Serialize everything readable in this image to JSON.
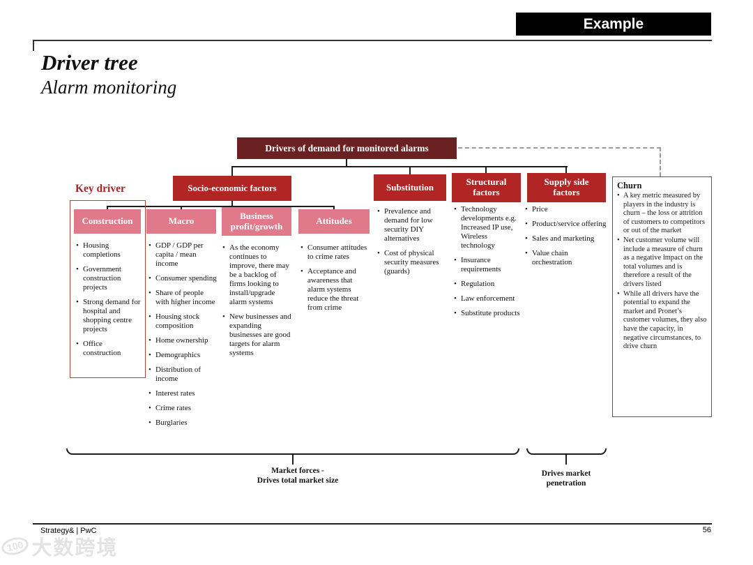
{
  "banner": {
    "label": "Example"
  },
  "title": {
    "line1": "Driver tree",
    "line2": "Alarm monitoring"
  },
  "tree": {
    "root_label": "Drivers of demand for monitored alarms",
    "key_driver_label": "Key driver",
    "branches": [
      {
        "label": "Socio-economic factors",
        "children": [
          {
            "label": "Construction",
            "key_driver": true,
            "bullets": [
              "Housing completions",
              "Government construction projects",
              "Strong demand for hospital and shopping centre projects",
              "Office construction"
            ]
          },
          {
            "label": "Macro",
            "bullets": [
              "GDP / GDP per capita / mean income",
              "Consumer spending",
              "Share of people with higher income",
              "Housing stock composition",
              "Home ownership",
              "Demographics",
              "Distribution of income",
              "Interest rates",
              "Crime rates",
              "Burglaries"
            ]
          },
          {
            "label": "Business profit/growth",
            "bullets": [
              "As the economy continues to improve, there may be a backlog of firms looking to install/upgrade alarm systems",
              "New businesses and expanding businesses are good targets for alarm systems"
            ]
          },
          {
            "label": "Attitudes",
            "bullets": [
              "Consumer attitudes to crime rates",
              "Acceptance and awareness that alarm systems reduce the threat from crime"
            ]
          }
        ]
      },
      {
        "label": "Substitution",
        "bullets": [
          "Prevalence and demand for low security DIY alternatives",
          "Cost of physical security measures (guards)"
        ]
      },
      {
        "label": "Structural factors",
        "bullets": [
          "Technology developments e.g. Increased IP use, Wireless technology",
          "Insurance requirements",
          "Regulation",
          "Law enforcement",
          "Substitute products"
        ]
      },
      {
        "label": "Supply side factors",
        "bullets": [
          "Price",
          "Product/service offering",
          "Sales and marketing",
          "Value chain orchestration"
        ]
      }
    ],
    "churn": {
      "title": "Churn",
      "bullets": [
        "A key metric measured by players in the industry is churn – the loss or attrition of customers to competitors or out of the market",
        "Net customer volume will include a measure of churn as a negative impact on the total volumes and is therefore a result of the drivers listed",
        "While all drivers have the potential to expand the market and Pronet’s customer volumes, they also have the capacity, in negative circumstances, to drive churn"
      ]
    }
  },
  "brackets": [
    {
      "line1": "Market forces -",
      "line2": "Drives total market size"
    },
    {
      "line1": "Drives market",
      "line2": "penetration"
    }
  ],
  "footer": {
    "brand": "Strategy& | PwC",
    "page": "56"
  },
  "watermark": {
    "logo": "100",
    "text": "大数跨境"
  },
  "colors": {
    "root_box": "#6b2121",
    "branch_box": "#b22525",
    "leaf_box": "#e0798a",
    "key_driver_accent": "#9e2828",
    "connector": "#1c1c1c",
    "dashed_connector": "#9a9a9a"
  }
}
